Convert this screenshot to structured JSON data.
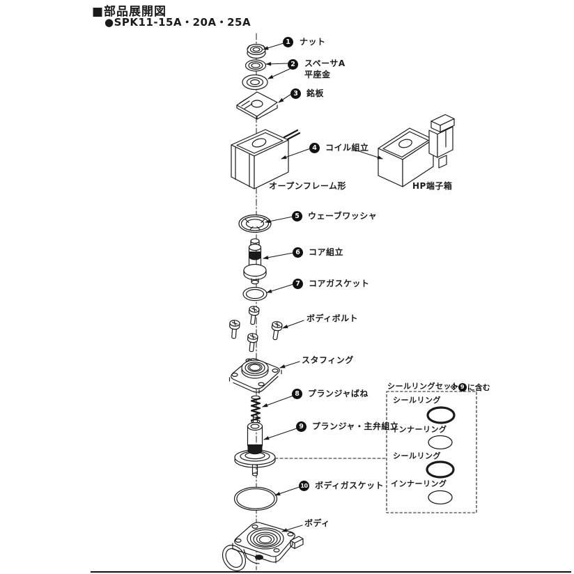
{
  "header": {
    "title": "■部品展開図",
    "subtitle": "●SPK11-15A・20A・25A"
  },
  "callouts": [
    {
      "num": "1",
      "label": "ナット"
    },
    {
      "num": "2",
      "label": "スペーサA",
      "label2": "平座金"
    },
    {
      "num": "3",
      "label": "銘板"
    },
    {
      "num": "4",
      "label": "コイル組立"
    },
    {
      "num": "5",
      "label": "ウェーブワッシャ"
    },
    {
      "num": "6",
      "label": "コア組立"
    },
    {
      "num": "7",
      "label": "コアガスケット"
    },
    {
      "num": "8",
      "label": "プランジャばね"
    },
    {
      "num": "9",
      "label": "プランジャ・主弁組立"
    },
    {
      "num": "10",
      "label": "ボディガスケット"
    }
  ],
  "part_labels": {
    "open_frame_coil": "オープンフレーム形",
    "hp_terminal_box": "HP端子箱",
    "body_bolt": "ボディボルト",
    "stuffing": "スタフィング",
    "body": "ボディ"
  },
  "seal_ring_set": {
    "title": "シールリングセット",
    "note_prefix": "※",
    "note_badge": "9",
    "note_suffix": "に含む",
    "items": [
      {
        "label": "シールリング"
      },
      {
        "label": "インナーリング"
      },
      {
        "label": "シールリング"
      },
      {
        "label": "インナーリング"
      }
    ]
  },
  "colors": {
    "ink": "#1a1a1a",
    "paper": "#ffffff"
  }
}
